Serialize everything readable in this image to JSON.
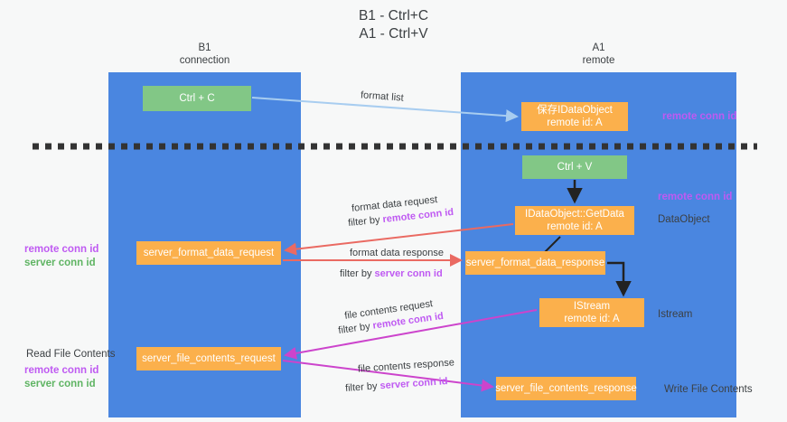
{
  "title": "B1 - Ctrl+C\nA1 - Ctrl+V",
  "lanes": [
    {
      "id": "b1",
      "header": "B1\nconnection",
      "color": "#4a86e0"
    },
    {
      "id": "a1",
      "header": "A1\nremote",
      "color": "#4a86e0"
    }
  ],
  "nodes": {
    "ctrl_c": "Ctrl + C",
    "save_dataobject": "保存IDataObject\nremote id: A",
    "ctrl_v": "Ctrl + V",
    "getdata": "IDataObject::GetData\nremote id: A",
    "server_format_data_request": "server_format_data_request",
    "server_format_data_response": "server_format_data_response",
    "istream": "IStream\nremote id: A",
    "server_file_contents_request": "server_file_contents_request",
    "server_file_contents_response": "server_file_contents_response"
  },
  "edges": {
    "format_list": "format list",
    "format_data_request": "format data request",
    "format_data_request_filter_prefix": "filter by ",
    "format_data_request_filter_key": "remote conn id",
    "format_data_response": "format data response",
    "format_data_response_filter_prefix": "filter by ",
    "format_data_response_filter_key": "server conn id",
    "file_contents_request": "file contents request",
    "file_contents_request_filter_prefix": "filter by ",
    "file_contents_request_filter_key": "remote conn id",
    "file_contents_response": "file contents response",
    "file_contents_response_filter_prefix": "filter by ",
    "file_contents_response_filter_key": "server conn id"
  },
  "annotations": {
    "right_remote_conn_id_top": "remote conn id",
    "right_remote_conn_id_mid": "remote conn id",
    "right_dataobject": "DataObject",
    "right_istream": "Istream",
    "right_write_file_contents": "Write File Contents",
    "left_remote_conn_id_1": "remote conn id",
    "left_server_conn_id_1": "server conn id",
    "left_read_file_contents": "Read File Contents",
    "left_remote_conn_id_2": "remote conn id",
    "left_server_conn_id_2": "server conn id"
  },
  "colors": {
    "lane": "#4a86e0",
    "green_node": "#82c786",
    "orange_node": "#fbb04c",
    "purple_text": "#bf5af2",
    "green_text": "#5fb463",
    "arrow_light_blue": "#a8cdf0",
    "arrow_red": "#ea6a62",
    "arrow_magenta": "#cc44cc",
    "arrow_black": "#222222",
    "background": "#f7f8f8"
  }
}
